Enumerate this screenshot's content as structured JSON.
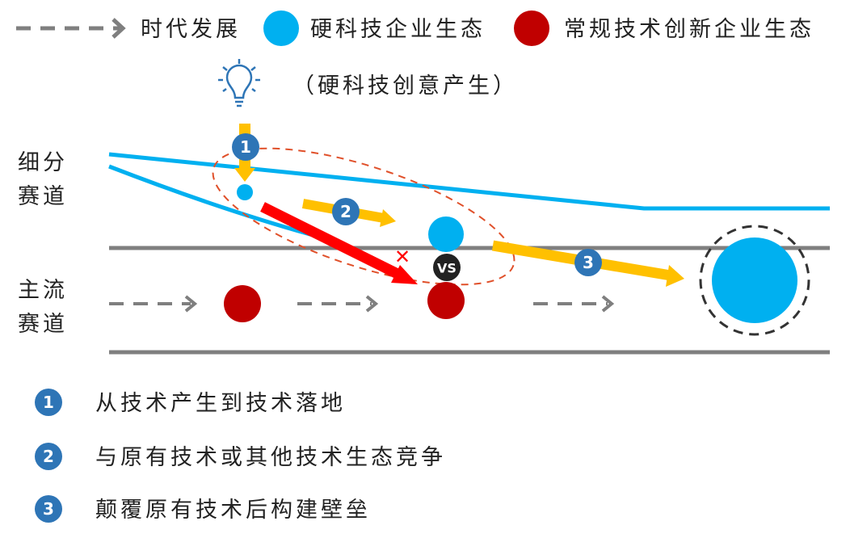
{
  "legend": {
    "time_label": "时代发展",
    "hardtech_label": "硬科技企业生态",
    "conventional_label": "常规技术创新企业生态"
  },
  "idea_label": "（硬科技创意产生）",
  "tracks": {
    "niche_line1": "细分",
    "niche_line2": "赛道",
    "main_line1": "主流",
    "main_line2": "赛道"
  },
  "badges": [
    "1",
    "2",
    "3"
  ],
  "vs_label": "VS",
  "steps": [
    {
      "num": "1",
      "text": "从技术产生到技术落地"
    },
    {
      "num": "2",
      "text": "与原有技术或其他技术生态竞争"
    },
    {
      "num": "3",
      "text": "颠覆原有技术后构建壁垒"
    }
  ],
  "colors": {
    "hardtech": "#00b0f0",
    "conventional": "#c00000",
    "badge": "#2e75b6",
    "arrow": "#ffc000",
    "gray": "#7f7f7f"
  }
}
